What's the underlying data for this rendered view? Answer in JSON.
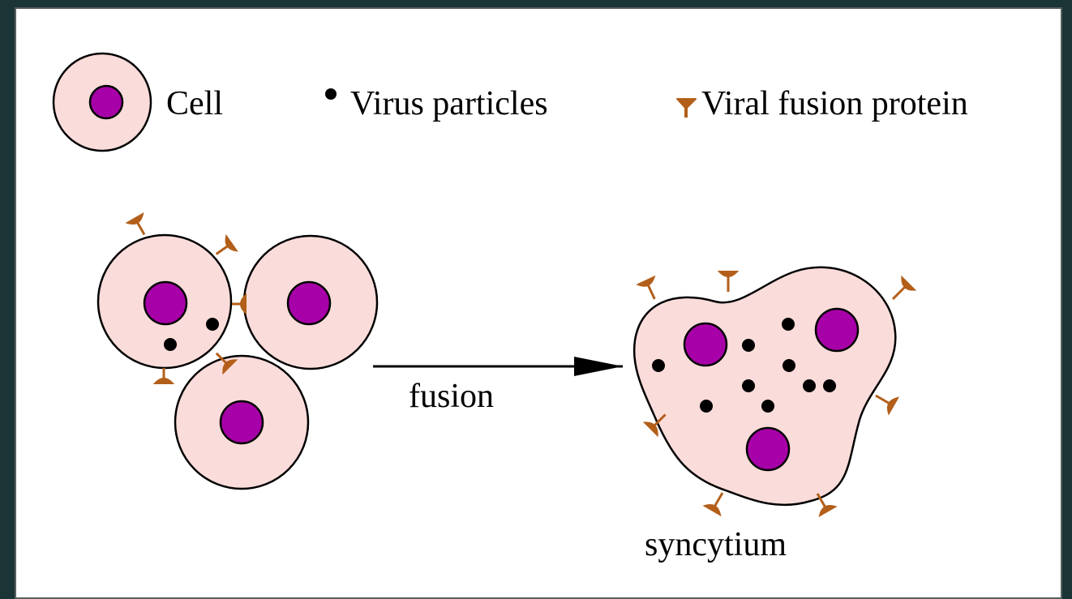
{
  "legend": {
    "cell": "Cell",
    "virus": "Virus particles",
    "protein": "Viral fusion protein"
  },
  "process": {
    "arrow_label": "fusion",
    "result_label": "syncytium"
  },
  "colors": {
    "background": "#1b3436",
    "panel": "#ffffff",
    "cell_fill": "#fadcda",
    "nucleus_fill": "#a800a8",
    "protein": "#b35f1a",
    "particle": "#000000"
  }
}
